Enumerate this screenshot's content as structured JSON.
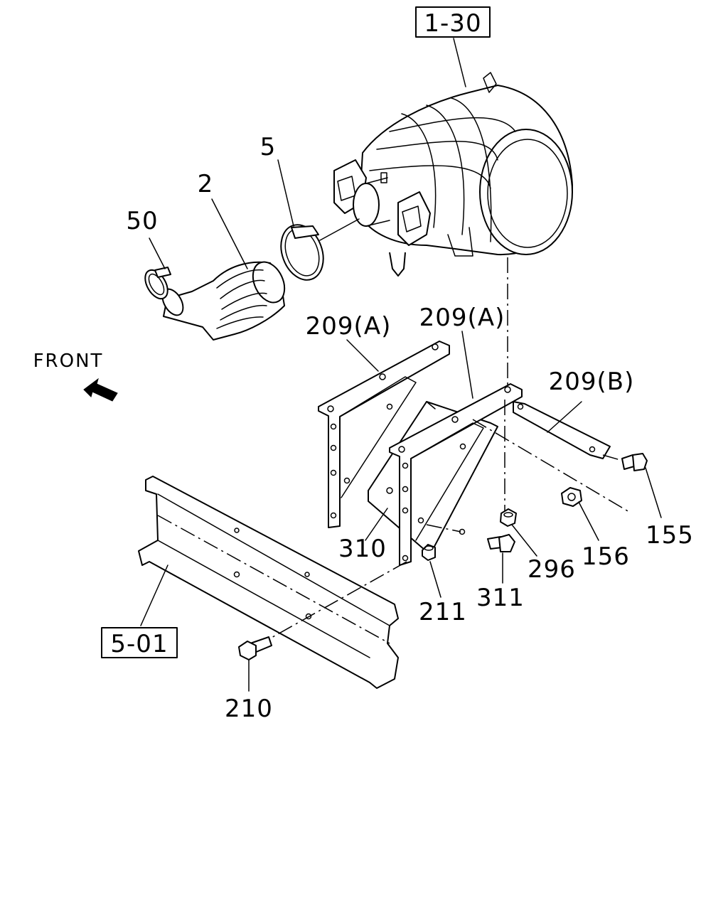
{
  "diagram": {
    "ref_boxes": {
      "air_cleaner_ref": "1-30",
      "frame_ref": "5-01"
    },
    "direction_label": "FRONT",
    "callouts": {
      "c50": "50",
      "c2": "2",
      "c5": "5",
      "c209a_left": "209(A)",
      "c209a_right": "209(A)",
      "c209b": "209(B)",
      "c155": "155",
      "c156": "156",
      "c296": "296",
      "c310": "310",
      "c311": "311",
      "c211": "211",
      "c210": "210"
    },
    "icons": [
      "front-arrow-icon"
    ]
  }
}
